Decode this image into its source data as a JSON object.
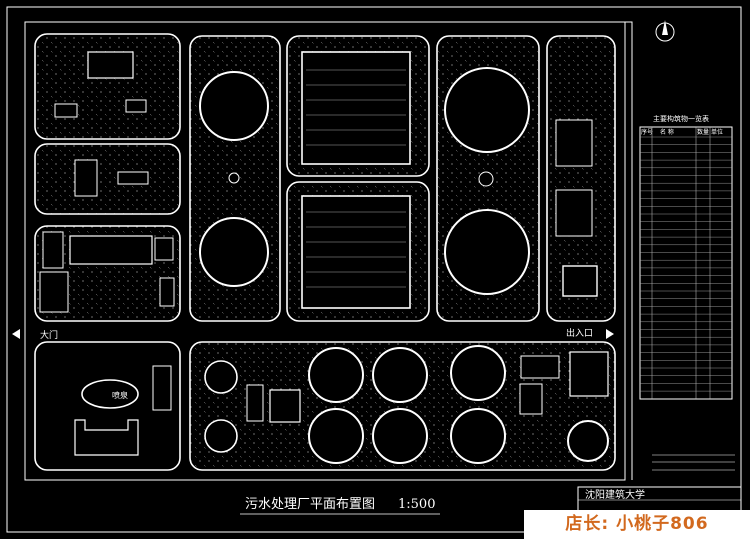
{
  "drawing": {
    "title": "污水处理厂平面布置图",
    "scale": "1:500",
    "labels": {
      "main_gate": "大门",
      "exit_entrance": "出入口",
      "fountain": "喷泉",
      "north_symbol": "N"
    },
    "title_block": {
      "school": "沈阳建筑大学"
    },
    "structure_table": {
      "title": "主要构筑物一览表",
      "headers": [
        "序号",
        "名 称",
        "数量",
        "单位"
      ]
    },
    "watermark": "店长: 小桃子806"
  }
}
